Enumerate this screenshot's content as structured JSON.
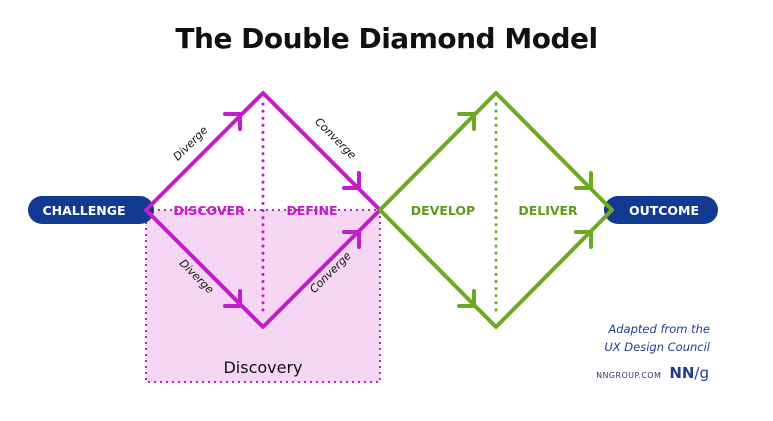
{
  "title": "The Double Diamond Model",
  "terminals": {
    "start": "CHALLENGE",
    "end": "OUTCOME"
  },
  "phases": {
    "discover": "DISCOVER",
    "define": "DEFINE",
    "develop": "DEVELOP",
    "deliver": "DELIVER"
  },
  "edge_labels": {
    "diverge_top": "Diverge",
    "converge_top": "Converge",
    "diverge_bottom": "Diverge",
    "converge_bottom": "Converge"
  },
  "region_label": "Discovery",
  "credit": {
    "line1": "Adapted from the",
    "line2": "UX Design Council"
  },
  "brand": {
    "url": "NNGROUP.COM",
    "logo": "NN",
    "logo_suffix": "/g"
  },
  "colors": {
    "first_diamond": "#c21ccb",
    "second_diamond": "#6bab21",
    "terminal": "#123a91",
    "region_fill": "#f5d6f3"
  }
}
